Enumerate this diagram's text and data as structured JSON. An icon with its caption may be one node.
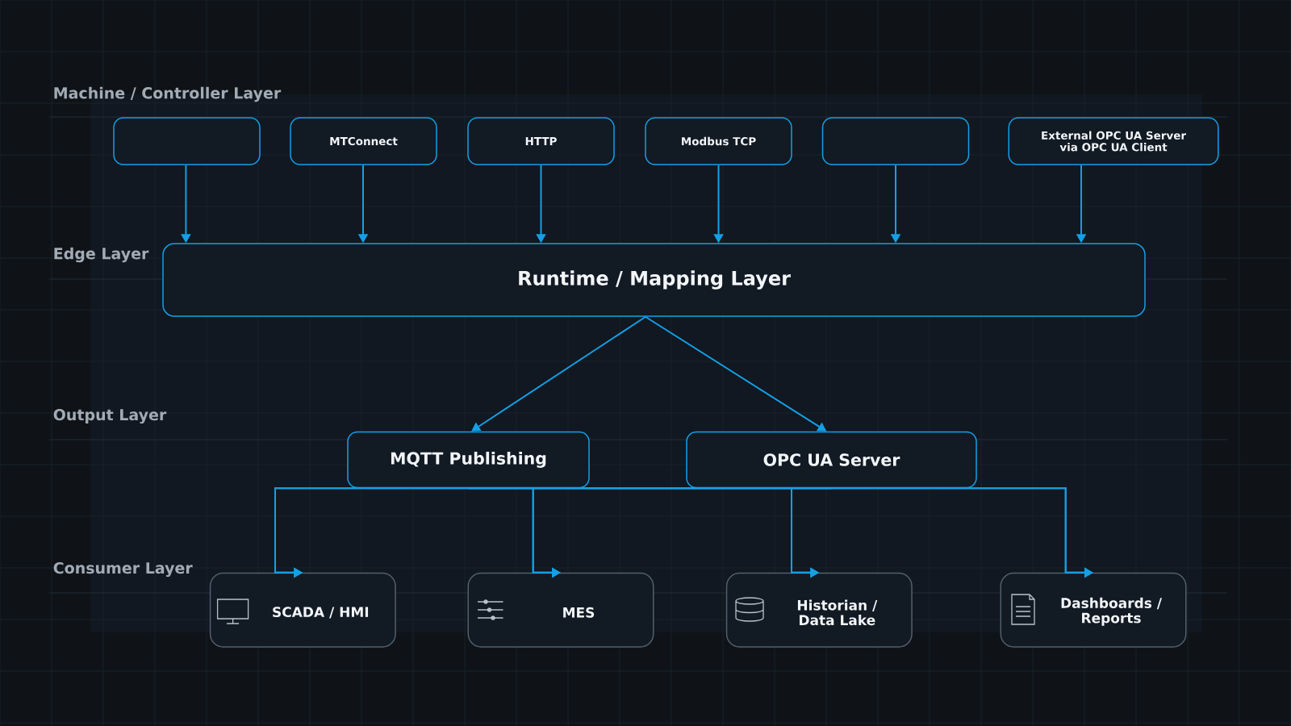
{
  "diagram": {
    "nodes": [
      {
        "text": [],
        "shape": "box"
      },
      {
        "text": [
          "MTConnect"
        ]
      },
      {
        "text": [
          "HTTP"
        ]
      },
      {
        "text": [
          "Modbus TCP"
        ]
      },
      {
        "text": [],
        "shape": "box"
      },
      {
        "text": [
          "External OPC UA Server via OPC UA Client"
        ]
      },
      {
        "text": [
          "Runtime / Mapping Layer"
        ]
      },
      {
        "text": [
          "MQTT Publishing"
        ]
      },
      {
        "text": [
          "OPC UA Server"
        ]
      },
      {
        "text": [
          "SCADA / HMI"
        ]
      },
      {
        "text": [
          "MES"
        ]
      },
      {
        "text": [
          "Historian / Data Lake"
        ]
      },
      {
        "text": [
          "Dashboards / Reports"
        ]
      }
    ],
    "edges": [
      {
        "from": 0,
        "to": 6,
        "arrow": "to"
      },
      {
        "from": 1,
        "to": 6,
        "arrow": "to"
      },
      {
        "from": 2,
        "to": 6,
        "arrow": "to"
      },
      {
        "from": 3,
        "to": 6,
        "arrow": "to"
      },
      {
        "from": 4,
        "to": 6,
        "arrow": "to"
      },
      {
        "from": 5,
        "to": 6,
        "arrow": "to"
      },
      {
        "from": 6,
        "to": 7,
        "arrow": "to"
      },
      {
        "from": 6,
        "to": 8,
        "arrow": "to"
      },
      {
        "from": 7,
        "to": 9,
        "arrow": "to"
      },
      {
        "from": 7,
        "to": 10,
        "arrow": "to"
      },
      {
        "from": 7,
        "to": 11,
        "arrow": "to"
      },
      {
        "from": 7,
        "to": 12,
        "arrow": "to"
      },
      {
        "from": 8,
        "to": 9,
        "arrow": "to"
      },
      {
        "from": 8,
        "to": 10,
        "arrow": "to"
      },
      {
        "from": 8,
        "to": 11,
        "arrow": "to"
      },
      {
        "from": 8,
        "to": 12,
        "arrow": "to"
      }
    ],
    "labels": [
      "Machine / Controller Layer",
      "Edge Layer",
      "Output Layer",
      "Consumer Layer"
    ]
  }
}
